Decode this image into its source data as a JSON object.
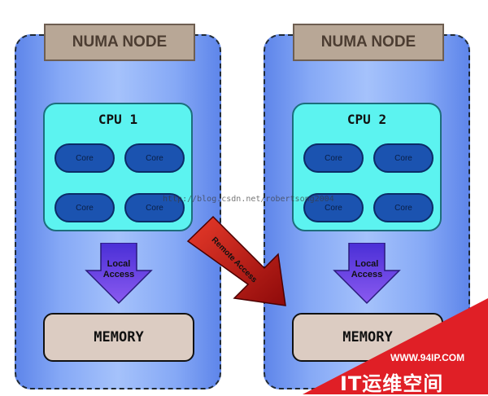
{
  "nodes": [
    {
      "label": "NUMA NODE",
      "cpu": "CPU 1",
      "cores": [
        "Core",
        "Core",
        "Core",
        "Core"
      ],
      "local_access": [
        "Local",
        "Access"
      ],
      "memory": "MEMORY"
    },
    {
      "label": "NUMA NODE",
      "cpu": "CPU 2",
      "cores": [
        "Core",
        "Core",
        "Core",
        "Core"
      ],
      "local_access": [
        "Local",
        "Access"
      ],
      "memory": "MEMORY"
    }
  ],
  "remote_access": "Remote Access",
  "watermark": "http://blog.csdn.net/robertsong2004",
  "badge": {
    "url": "WWW.94IP.COM",
    "brand": "IT运维空间"
  },
  "colors": {
    "node_fill": "#86a9f6",
    "cpu_fill": "#5cf3f0",
    "core_fill": "#1b53b0",
    "local_arrow": "#6b3fe6",
    "remote_arrow": "#c01010",
    "memory_fill": "#dcccc2",
    "label_fill": "#b8a796",
    "badge_fill": "#e01f26"
  }
}
